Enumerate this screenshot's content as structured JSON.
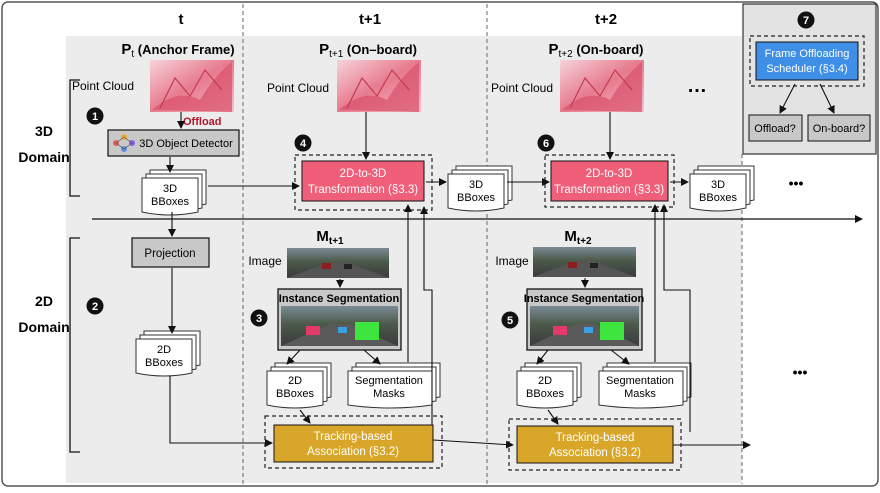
{
  "columns": {
    "t": "t",
    "t1": "t+1",
    "t2": "t+2"
  },
  "domains": {
    "d3_line1": "3D",
    "d3_line2": "Domain",
    "d2_line1": "2D",
    "d2_line2": "Domain"
  },
  "frames": {
    "pt_main": "P",
    "pt_sub": "t",
    "pt_rest": " (Anchor Frame)",
    "pt1_main": "P",
    "pt1_sub": "t+1",
    "pt1_rest": " (On–board)",
    "pt2_main": "P",
    "pt2_sub": "t+2",
    "pt2_rest": " (On-board)",
    "mt1_main": "M",
    "mt1_sub": "t+1",
    "mt2_main": "M",
    "mt2_sub": "t+2"
  },
  "labels": {
    "point_cloud": "Point Cloud",
    "offload": "Offload",
    "image": "Image",
    "ellipsis": "…",
    "dots": "•••"
  },
  "boxes": {
    "detector": "3D Object Detector",
    "bboxes3d_l1": "3D",
    "bboxes3d_l2": "BBoxes",
    "transform_l1": "2D-to-3D",
    "transform_l2": "Transformation (§3.3)",
    "projection": "Projection",
    "bboxes2d_l1": "2D",
    "bboxes2d_l2": "BBoxes",
    "instance_seg": "Instance Segmentation",
    "seg_l1": "Segmentation",
    "seg_l2": "Masks",
    "tracking_l1": "Tracking-based",
    "tracking_l2": "Association (§3.2)",
    "scheduler_l1": "Frame Offloading",
    "scheduler_l2": "Scheduler (§3.4)",
    "offload_q": "Offload?",
    "onboard_q": "On-board?"
  },
  "badges": {
    "b1": "1",
    "b2": "2",
    "b3": "3",
    "b4": "4",
    "b5": "5",
    "b6": "6",
    "b7": "7"
  },
  "colors": {
    "transform_fill": "#ef5f79",
    "tracking_fill": "#d9a62a",
    "scheduler_fill": "#3f8fe6",
    "gray_box": "#c8c8c8",
    "panel_bg": "#ececec",
    "offload_text": "#b0162b"
  }
}
